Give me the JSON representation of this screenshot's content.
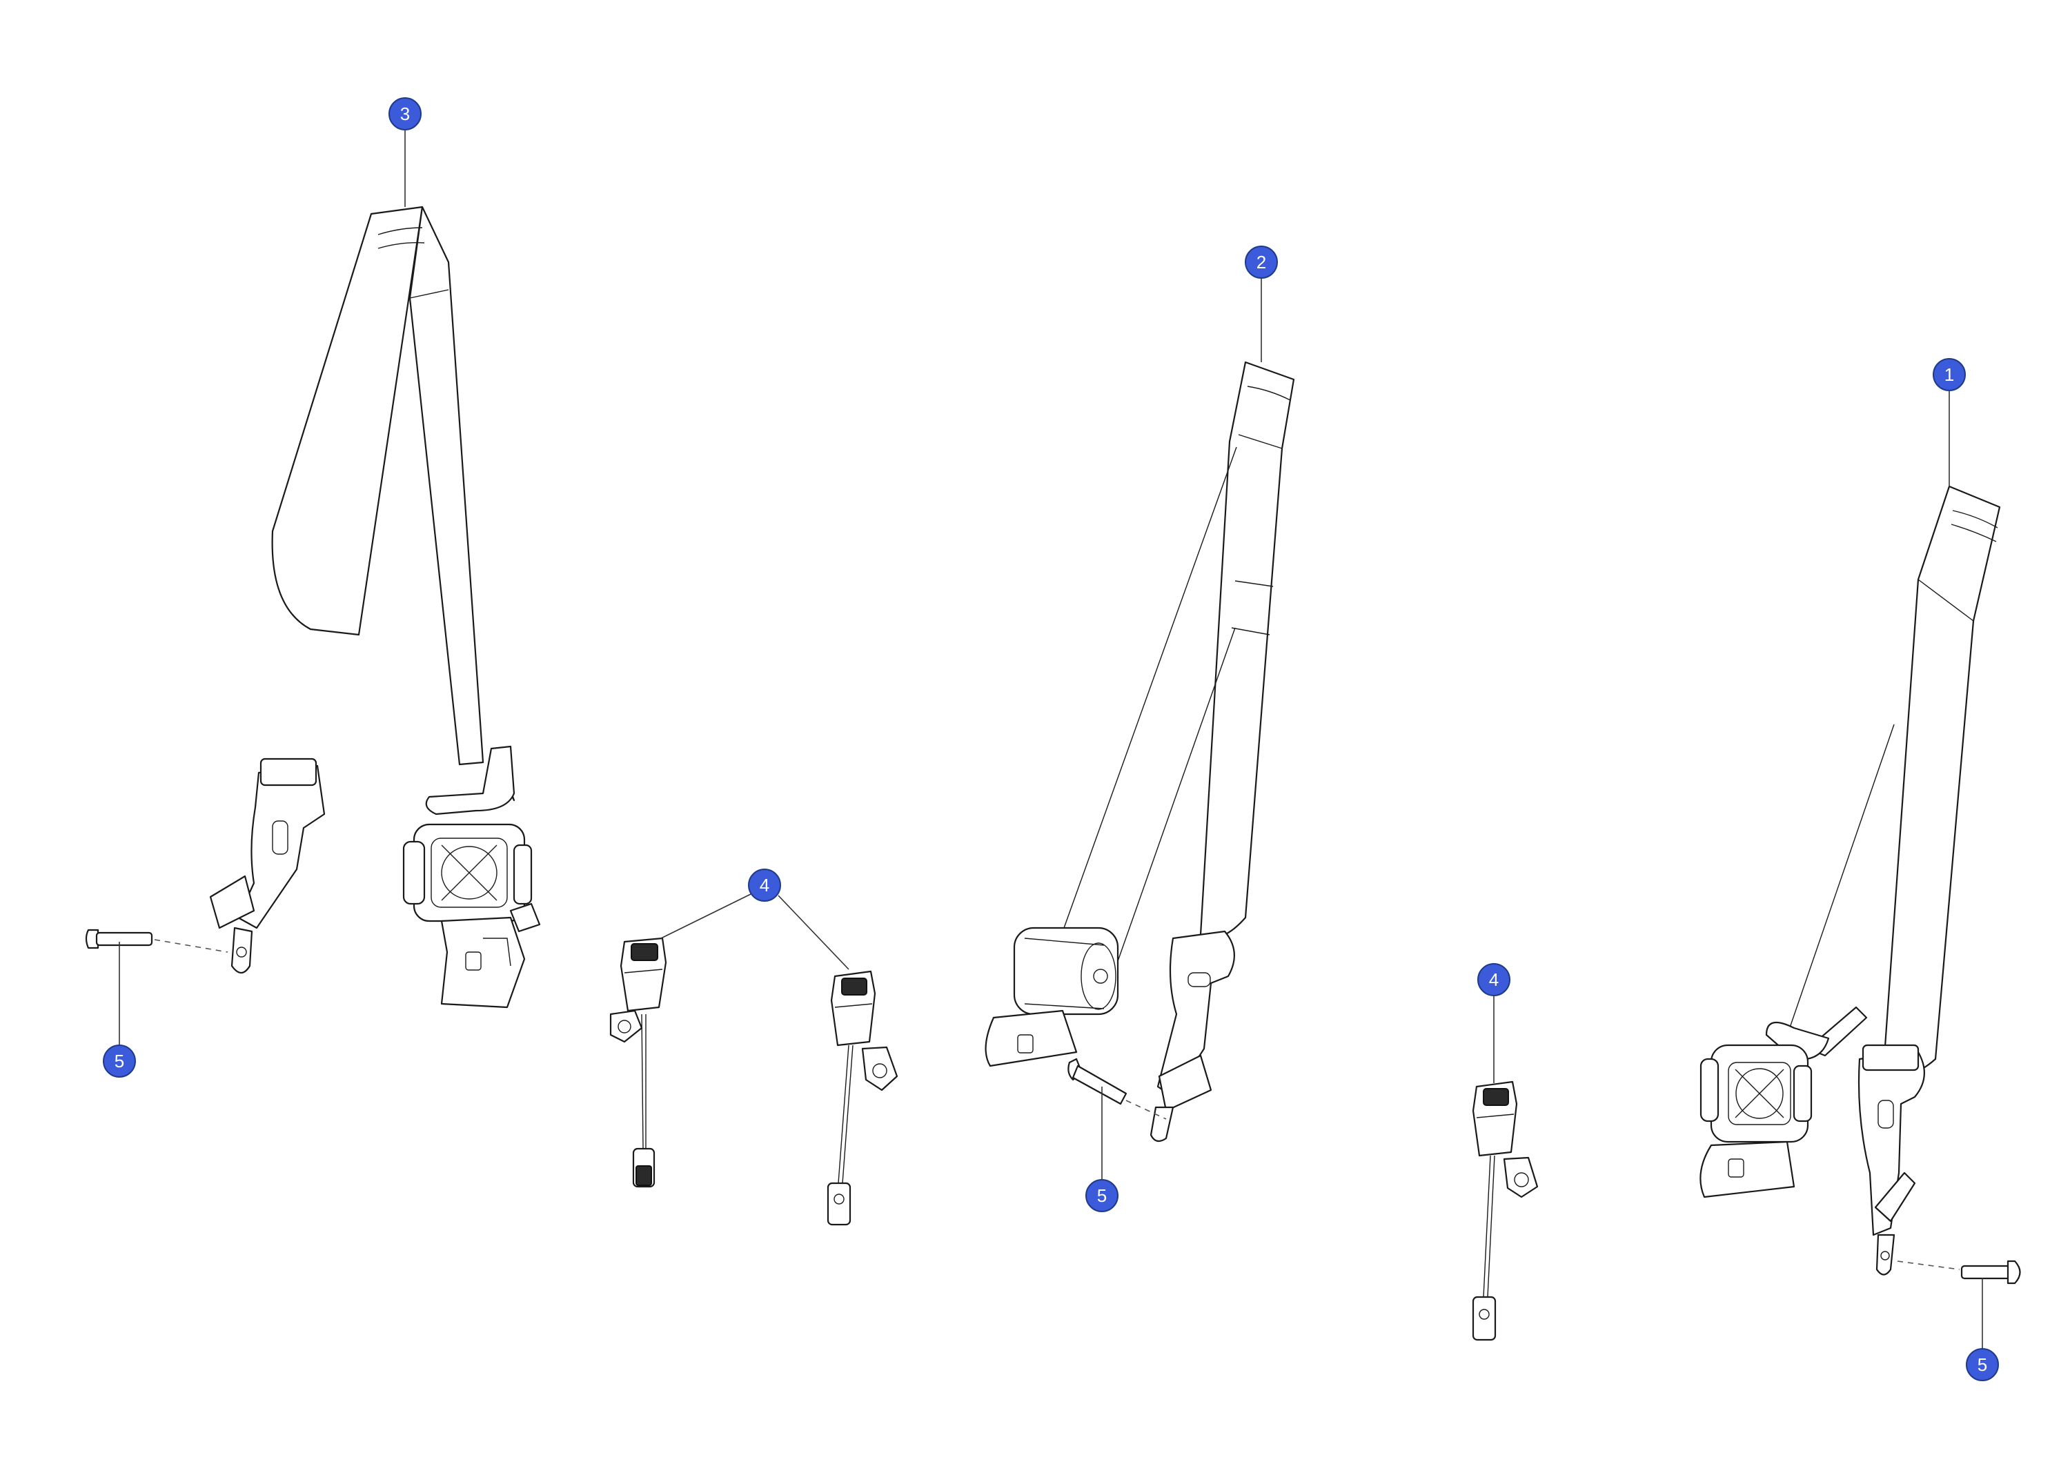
{
  "callouts": [
    {
      "id": "c3",
      "label": "3"
    },
    {
      "id": "c2",
      "label": "2"
    },
    {
      "id": "c1",
      "label": "1"
    },
    {
      "id": "c4a",
      "label": "4"
    },
    {
      "id": "c4b",
      "label": "4"
    },
    {
      "id": "c5a",
      "label": "5"
    },
    {
      "id": "c5b",
      "label": "5"
    },
    {
      "id": "c5c",
      "label": "5"
    }
  ],
  "colors": {
    "callout_fill": "#3b5bdb",
    "line_art": "#1a1a1a",
    "background": "#ffffff"
  }
}
